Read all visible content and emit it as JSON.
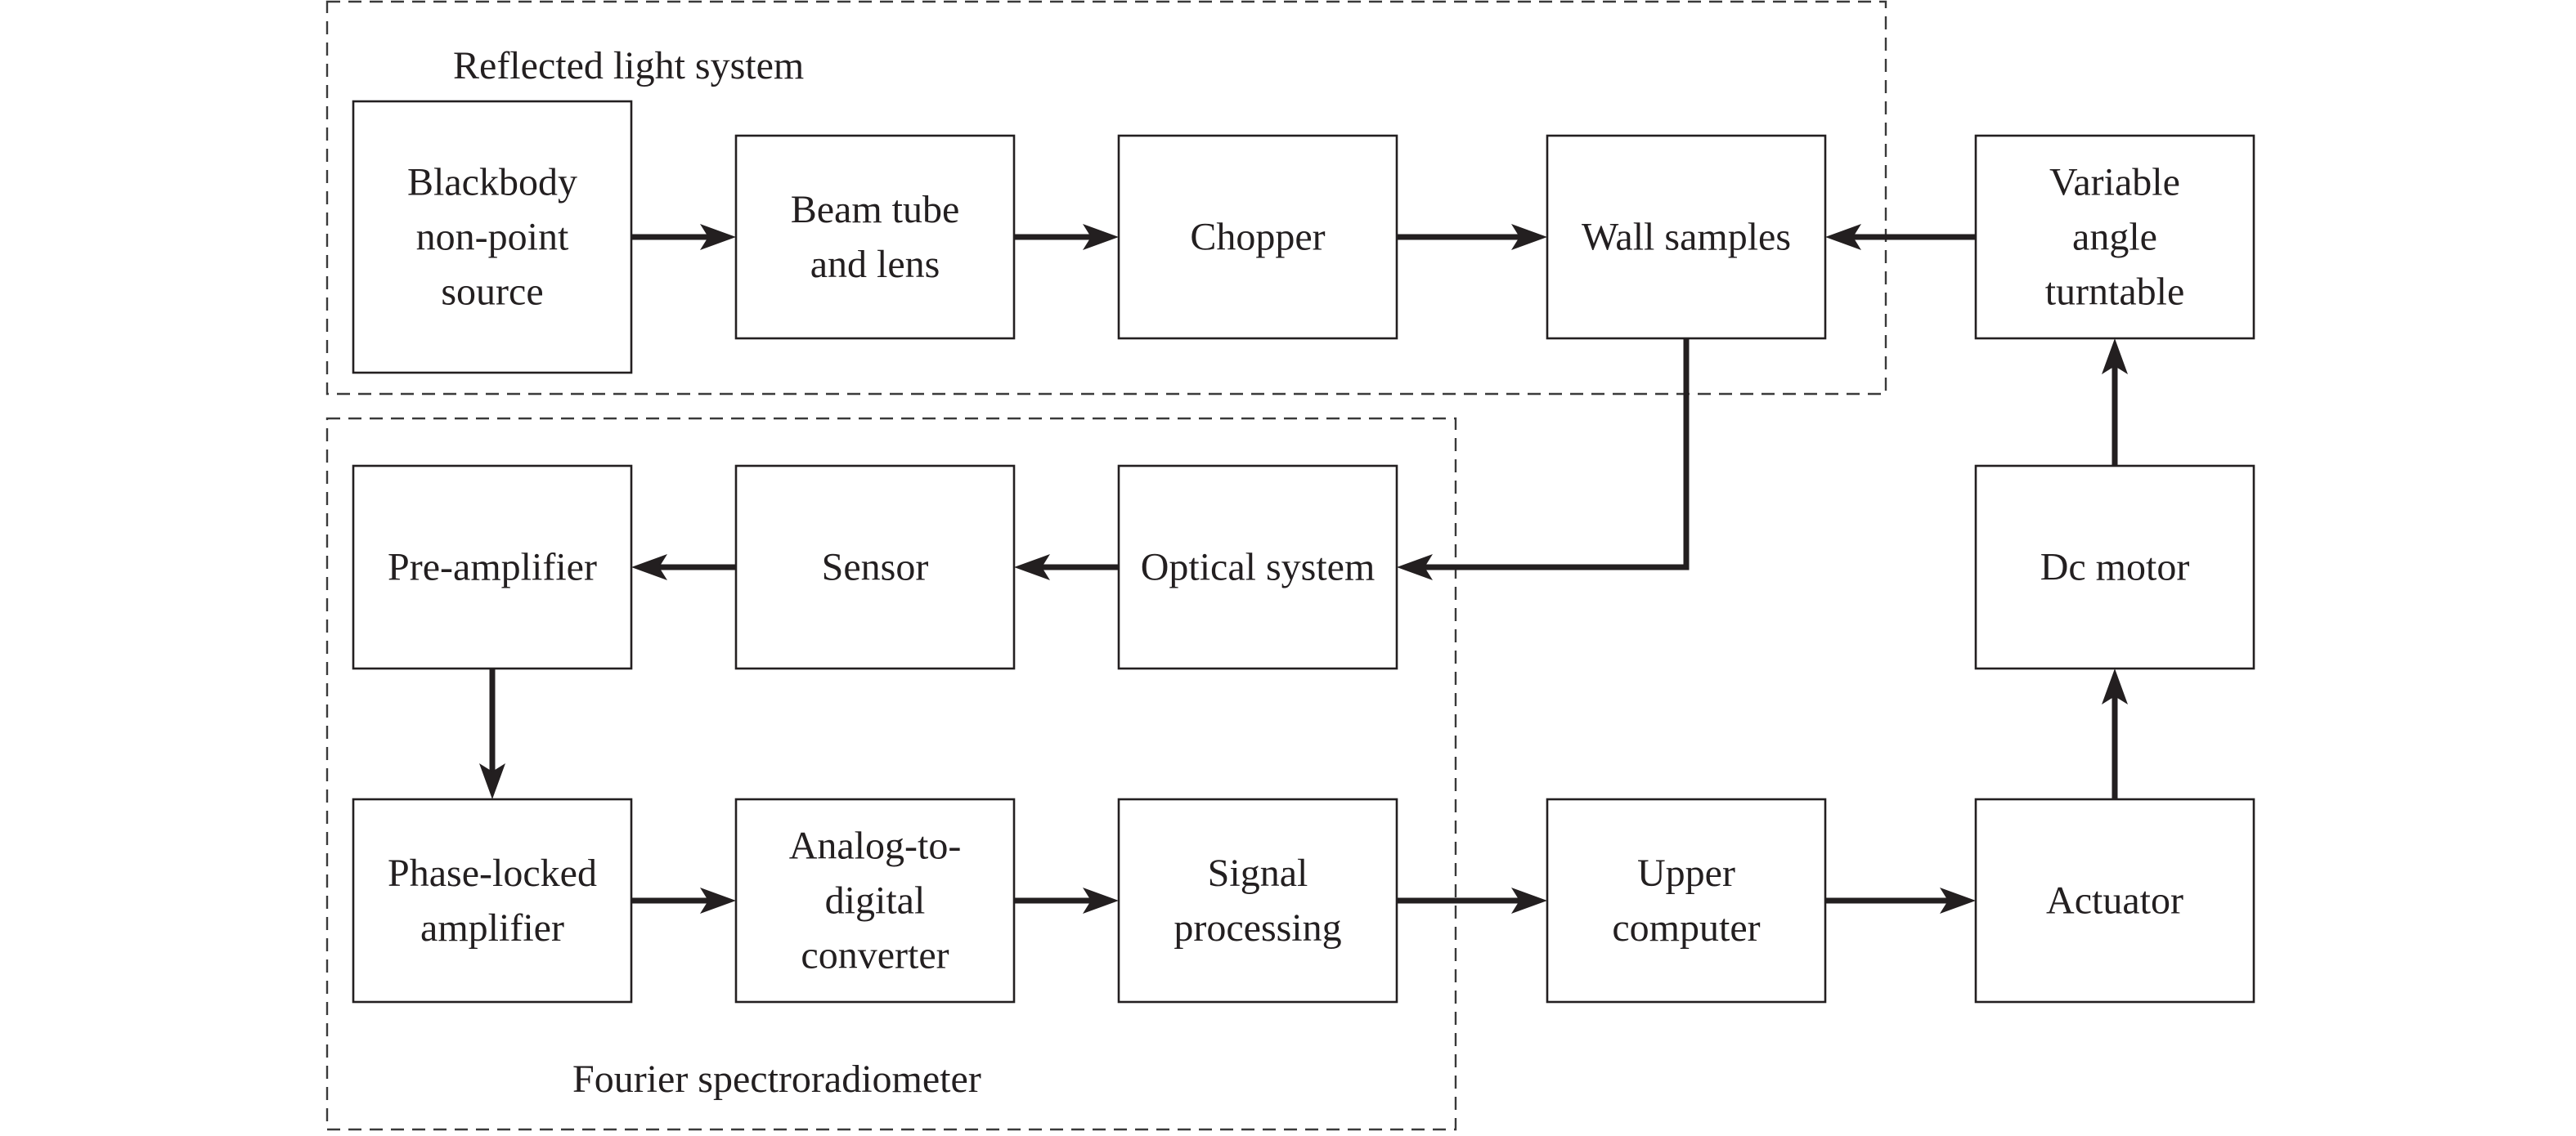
{
  "groups": {
    "reflected": "Reflected light system",
    "fourier": "Fourier spectroradiometer"
  },
  "blocks": {
    "blackbody": [
      "Blackbody",
      "non-point",
      "source"
    ],
    "beam_tube": [
      "Beam tube",
      "and lens"
    ],
    "chopper": [
      "Chopper"
    ],
    "wall_samples": [
      "Wall samples"
    ],
    "turntable": [
      "Variable",
      "angle",
      "turntable"
    ],
    "pre_amplifier": [
      "Pre-amplifier"
    ],
    "sensor": [
      "Sensor"
    ],
    "optical_system": [
      "Optical system"
    ],
    "dc_motor": [
      "Dc motor"
    ],
    "phase_locked": [
      "Phase-locked",
      "amplifier"
    ],
    "adc": [
      "Analog-to-",
      "digital",
      "converter"
    ],
    "signal_processing": [
      "Signal",
      "processing"
    ],
    "upper_computer": [
      "Upper",
      "computer"
    ],
    "actuator": [
      "Actuator"
    ]
  },
  "colors": {
    "ink": "#231f20",
    "dashed_frame": "#3a3a3a",
    "background": "#ffffff"
  }
}
